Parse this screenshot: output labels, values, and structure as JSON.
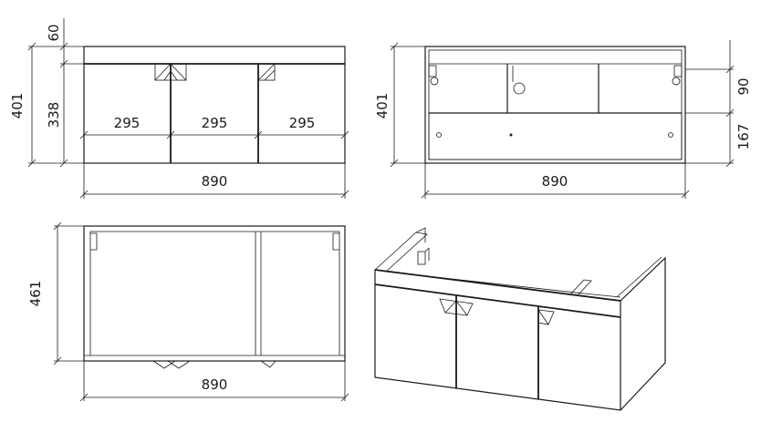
{
  "front_view": {
    "dim_total_height": "401",
    "dim_top_panel": "60",
    "dim_door_height": "338",
    "dim_door_1": "295",
    "dim_door_2": "295",
    "dim_door_3": "295",
    "dim_width": "890"
  },
  "back_view": {
    "dim_total_height": "401",
    "dim_upper": "90",
    "dim_lower": "167",
    "dim_width": "890"
  },
  "top_view": {
    "dim_depth": "461",
    "dim_width": "890"
  }
}
